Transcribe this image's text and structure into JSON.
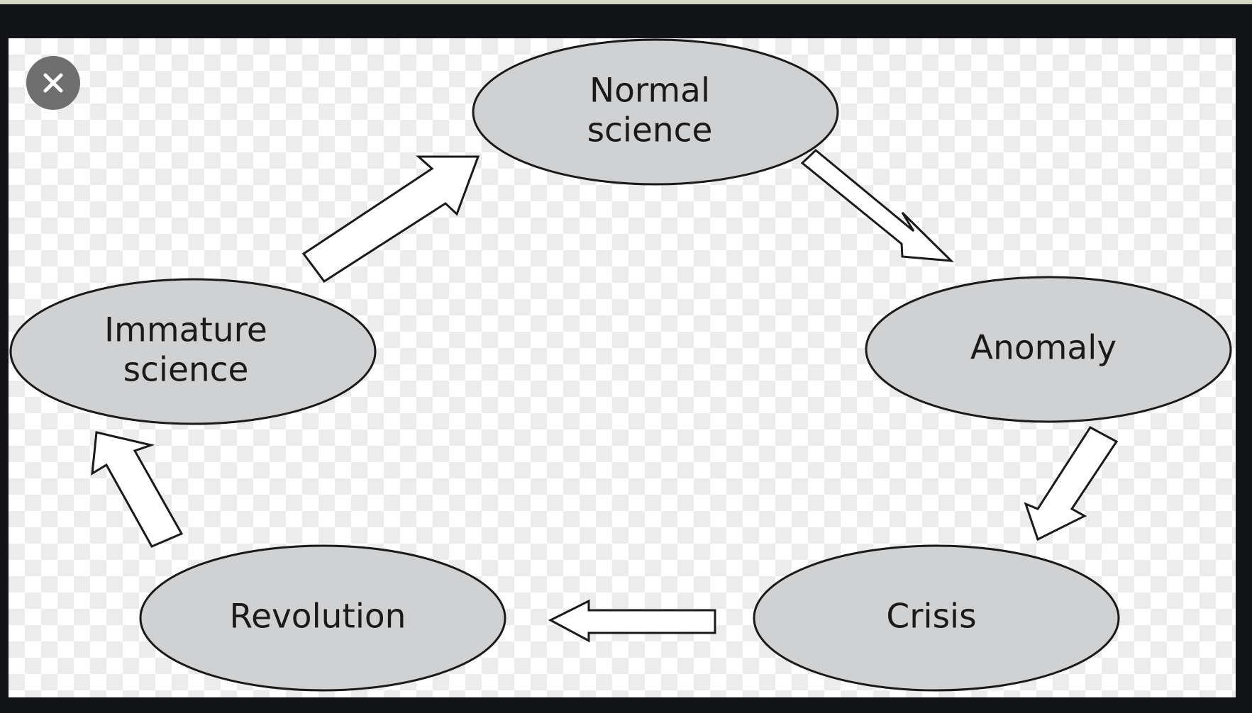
{
  "diagram": {
    "nodes": [
      {
        "id": "normal-science",
        "lines": [
          "Normal",
          "science"
        ]
      },
      {
        "id": "anomaly",
        "lines": [
          "Anomaly"
        ]
      },
      {
        "id": "crisis",
        "lines": [
          "Crisis"
        ]
      },
      {
        "id": "revolution",
        "lines": [
          "Revolution"
        ]
      },
      {
        "id": "immature-science",
        "lines": [
          "Immature",
          "science"
        ]
      }
    ],
    "edges": [
      {
        "from": "normal-science",
        "to": "anomaly"
      },
      {
        "from": "anomaly",
        "to": "crisis"
      },
      {
        "from": "crisis",
        "to": "revolution"
      },
      {
        "from": "revolution",
        "to": "immature-science"
      },
      {
        "from": "immature-science",
        "to": "normal-science"
      }
    ]
  },
  "close_icon": "close-icon",
  "colors": {
    "node_fill": "#d0d1d3",
    "stroke": "#1a1a1a",
    "frame": "#121417",
    "close_button": "#6f6f6f"
  }
}
